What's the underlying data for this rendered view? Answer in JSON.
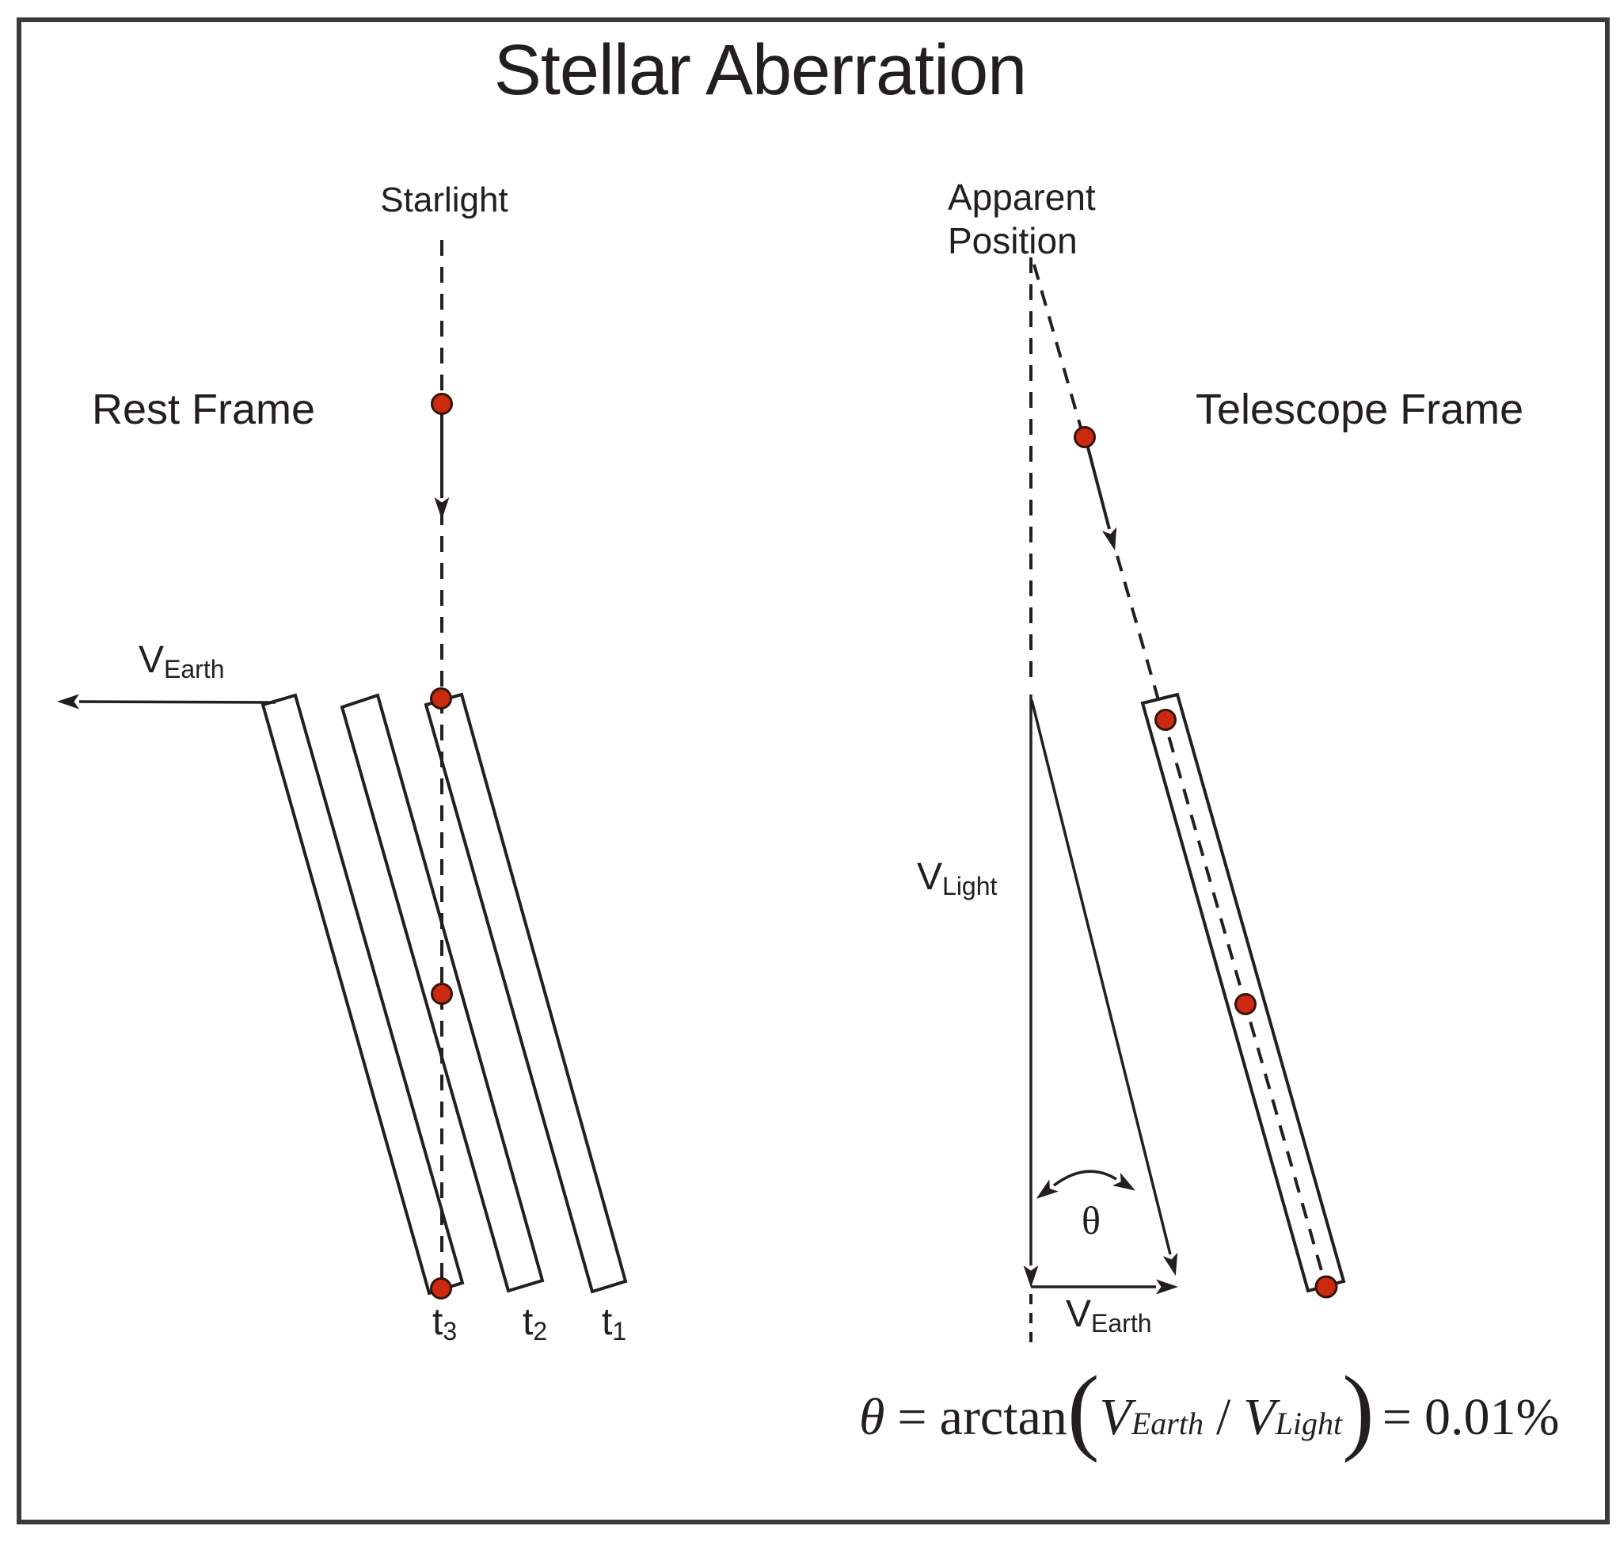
{
  "title": "Stellar Aberration",
  "colors": {
    "ink": "#231f20",
    "dot_fill": "#cc2a10",
    "dot_stroke": "#33140a",
    "border": "#3a3a3a",
    "background": "#ffffff"
  },
  "left_panel": {
    "frame_label": "Rest Frame",
    "starlight_label": "Starlight",
    "velocity_label": {
      "base": "V",
      "sub": "Earth"
    },
    "time_labels": [
      {
        "base": "t",
        "sub": "3"
      },
      {
        "base": "t",
        "sub": "2"
      },
      {
        "base": "t",
        "sub": "1"
      }
    ]
  },
  "right_panel": {
    "frame_label": "Telescope Frame",
    "apparent_line1": "Apparent",
    "apparent_line2": "Position",
    "v_light_label": {
      "base": "V",
      "sub": "Light"
    },
    "v_earth_label": {
      "base": "V",
      "sub": "Earth"
    },
    "theta_label": "θ"
  },
  "formula": {
    "theta": "θ",
    "eq1": "=",
    "func": "arctan",
    "open": "(",
    "v1": "V",
    "v1sub": "Earth",
    "slash": "/",
    "v2": "V",
    "v2sub": "Light",
    "close": ")",
    "eq2": "=",
    "result": "0.01%"
  }
}
